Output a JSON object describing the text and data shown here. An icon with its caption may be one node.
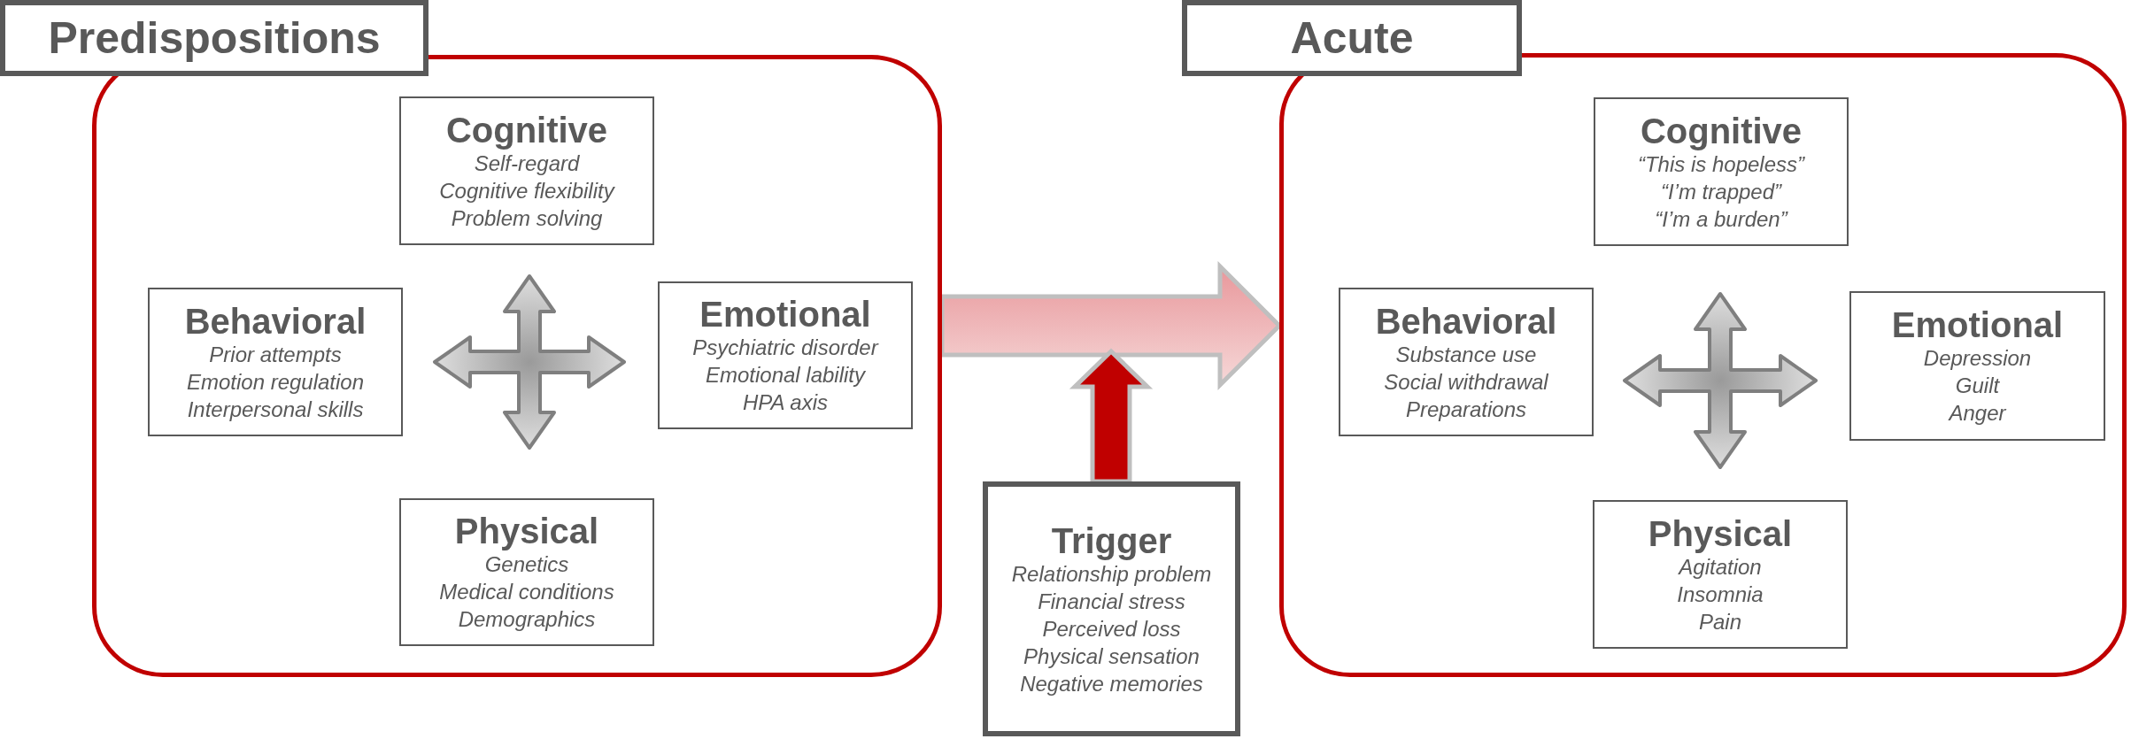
{
  "diagram": {
    "nodes": [
      {
        "text": [
          "Predispositions"
        ]
      },
      {
        "text": [
          "Cognitive",
          "Self-regard",
          "Cognitive flexibility",
          "Problem solving"
        ],
        "in": 0
      },
      {
        "text": [
          "Behavioral",
          "Prior attempts",
          "Emotion regulation",
          "Interpersonal skills"
        ],
        "in": 0
      },
      {
        "text": [
          "Emotional",
          "Psychiatric disorder",
          "Emotional lability",
          "HPA axis"
        ],
        "in": 0
      },
      {
        "text": [
          "Physical",
          "Genetics",
          "Medical conditions",
          "Demographics"
        ],
        "in": 0
      },
      {
        "text": [
          "Acute"
        ]
      },
      {
        "text": [
          "Cognitive",
          "“This is hopeless”",
          "“I’m trapped”",
          "“I’m a burden”"
        ],
        "in": 5
      },
      {
        "text": [
          "Behavioral",
          "Substance use",
          "Social withdrawal",
          "Preparations"
        ],
        "in": 5
      },
      {
        "text": [
          "Emotional",
          "Depression",
          "Guilt",
          "Anger"
        ],
        "in": 5
      },
      {
        "text": [
          "Physical",
          "Agitation",
          "Insomnia",
          "Pain"
        ],
        "in": 5
      },
      {
        "text": [
          "Trigger",
          "Relationship problem",
          "Financial stress",
          "Perceived loss",
          "Physical sensation",
          "Negative memories"
        ]
      }
    ],
    "edges": [
      {
        "from": 0,
        "to": 5,
        "arrow": "to",
        "style": "thick"
      },
      {
        "from": 10,
        "to": null,
        "arrow": "to",
        "style": "thick",
        "color": "#c00000"
      }
    ]
  }
}
